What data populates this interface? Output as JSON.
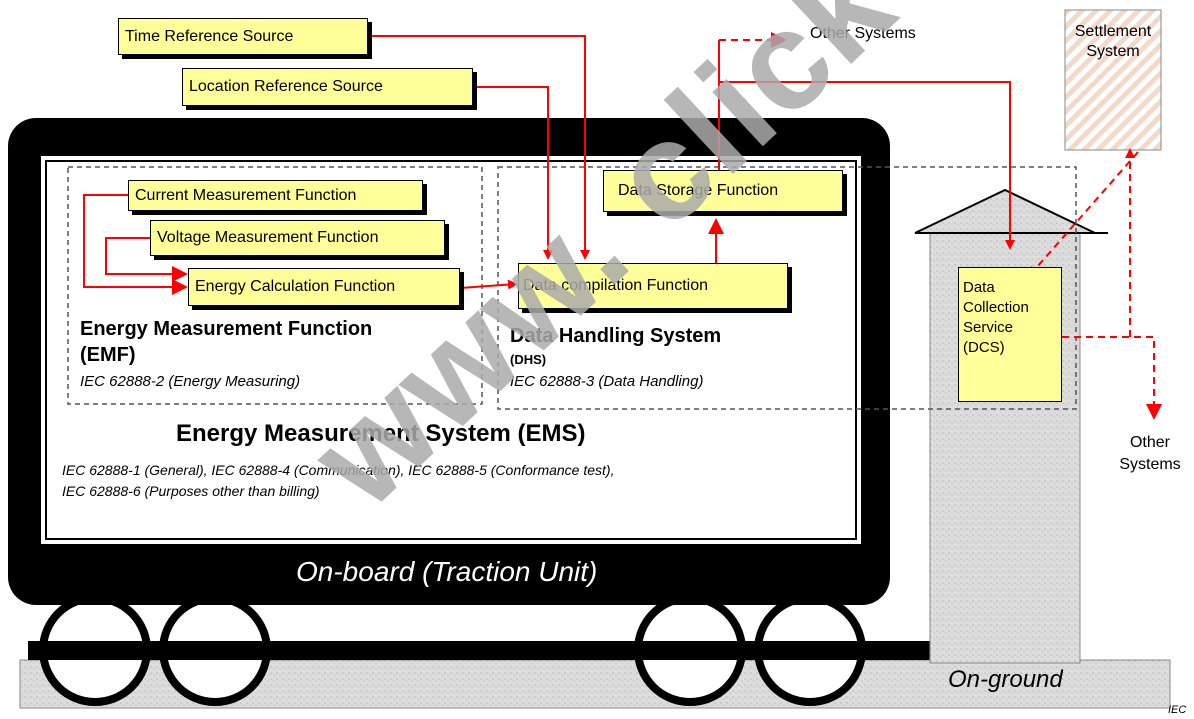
{
  "sources": {
    "time_ref": "Time Reference Source",
    "location_ref": "Location Reference Source"
  },
  "other_systems_top": "Other Systems",
  "other_systems_right": [
    "Other",
    "Systems"
  ],
  "settlement": [
    "Settlement",
    "System"
  ],
  "emf": {
    "current": "Current Measurement Function",
    "voltage": "Voltage Measurement Function",
    "energy_calc": "Energy Calculation Function",
    "title": "Energy Measurement Function",
    "abbr": "(EMF)",
    "standard": "IEC 62888-2 (Energy Measuring)"
  },
  "dhs": {
    "storage": "Data Storage Function",
    "compilation": "Data compilation Function",
    "title": "Data Handling System",
    "abbr": "(DHS)",
    "standard": "IEC 62888-3 (Data Handling)"
  },
  "dcs": [
    "Data",
    "Collection",
    "Service",
    "(DCS)"
  ],
  "ems": {
    "title": "Energy Measurement System (EMS)",
    "standards_line1": "IEC 62888-1 (General), IEC 62888-4 (Communication), IEC 62888-5 (Conformance test),",
    "standards_line2": "IEC 62888-6 (Purposes other than billing)"
  },
  "onboard": "On-board (Traction Unit)",
  "onground": "On-ground",
  "watermark": "www. click buy full",
  "footer": "IEC",
  "colors": {
    "arrow": "#ff0000",
    "box": "#ffff99",
    "ground": "#d8d8d8"
  }
}
